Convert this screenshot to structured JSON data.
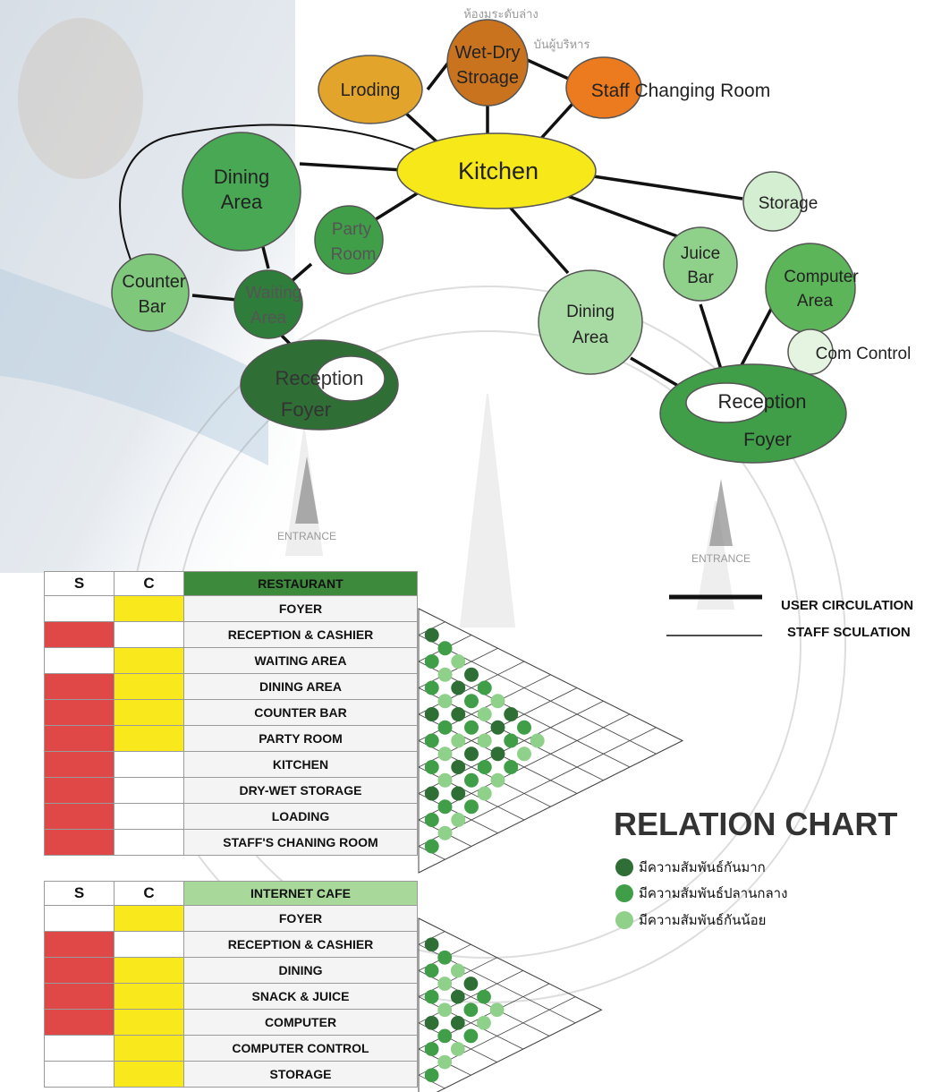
{
  "colors": {
    "dark_green": "#2f6f36",
    "mid_green": "#3f9e47",
    "light_green": "#8fd08a",
    "kitchen_yellow": "#f7e81a",
    "orange_1": "#e2a42a",
    "orange_2": "#c9731f",
    "orange_3": "#ec7a1e",
    "red": "#e04848",
    "yellow": "#f9e81c"
  },
  "bubbles": {
    "kitchen": "Kitchen",
    "lroding": "Lroding",
    "wet_dry_l1": "Wet-Dry",
    "wet_dry_l2": "Stroage",
    "staff_changing": "Staff Changing Room",
    "thai_top_1": "ห้องมระดับล่าง",
    "thai_top_2": "บันผู้บริหาร",
    "dining_left_1": "Dining",
    "dining_left_2": "Area",
    "party_1": "Party",
    "party_2": "Room",
    "counter_1": "Counter",
    "counter_2": "Bar",
    "waiting_1": "Waiting",
    "waiting_2": "Area",
    "reception_left": "Reception",
    "foyer_left": "Foyer",
    "storage": "Storage",
    "juice_1": "Juice",
    "juice_2": "Bar",
    "computer_1": "Computer",
    "computer_2": "Area",
    "dining_right_1": "Dining",
    "dining_right_2": "Area",
    "com_control": "Com Control",
    "reception_right": "Reception",
    "foyer_right": "Foyer",
    "entrance_left": "ENTRANCE",
    "entrance_right": "ENTRANCE"
  },
  "legend": {
    "user_circulation": "USER CIRCULATION",
    "staff_sculation": "STAFF SCULATION"
  },
  "relation_chart": {
    "title": "RELATION CHART",
    "items": [
      {
        "label": "มีความสัมพันธ์กันมาก",
        "color": "#2f6f36"
      },
      {
        "label": "มีความสัมพันธ์ปลานกลาง",
        "color": "#3f9e47"
      },
      {
        "label": "มีความสัมพันธ์กันน้อย",
        "color": "#8fd08a"
      }
    ]
  },
  "restaurant_table": {
    "s_header": "S",
    "c_header": "C",
    "title": "RESTAURANT",
    "title_color": "#3d8a3d",
    "rows": [
      {
        "name": "FOYER",
        "s": "white",
        "c": "yellow"
      },
      {
        "name": "RECEPTION & CASHIER",
        "s": "red",
        "c": "white"
      },
      {
        "name": "WAITING AREA",
        "s": "white",
        "c": "yellow"
      },
      {
        "name": "DINING AREA",
        "s": "red",
        "c": "yellow"
      },
      {
        "name": "COUNTER BAR",
        "s": "red",
        "c": "yellow"
      },
      {
        "name": "PARTY ROOM",
        "s": "red",
        "c": "yellow"
      },
      {
        "name": "KITCHEN",
        "s": "red",
        "c": "white"
      },
      {
        "name": "DRY-WET STORAGE",
        "s": "red",
        "c": "white"
      },
      {
        "name": "LOADING",
        "s": "red",
        "c": "white"
      },
      {
        "name": "STAFF'S CHANING ROOM",
        "s": "red",
        "c": "white"
      }
    ]
  },
  "internet_table": {
    "s_header": "S",
    "c_header": "C",
    "title": "INTERNET CAFE",
    "title_color": "#a8d99a",
    "rows": [
      {
        "name": "FOYER",
        "s": "white",
        "c": "yellow"
      },
      {
        "name": "RECEPTION & CASHIER",
        "s": "red",
        "c": "white"
      },
      {
        "name": "DINING",
        "s": "red",
        "c": "yellow"
      },
      {
        "name": "SNACK & JUICE",
        "s": "red",
        "c": "yellow"
      },
      {
        "name": "COMPUTER",
        "s": "red",
        "c": "yellow"
      },
      {
        "name": "COMPUTER CONTROL",
        "s": "white",
        "c": "yellow"
      },
      {
        "name": "STORAGE",
        "s": "white",
        "c": "yellow"
      }
    ]
  }
}
